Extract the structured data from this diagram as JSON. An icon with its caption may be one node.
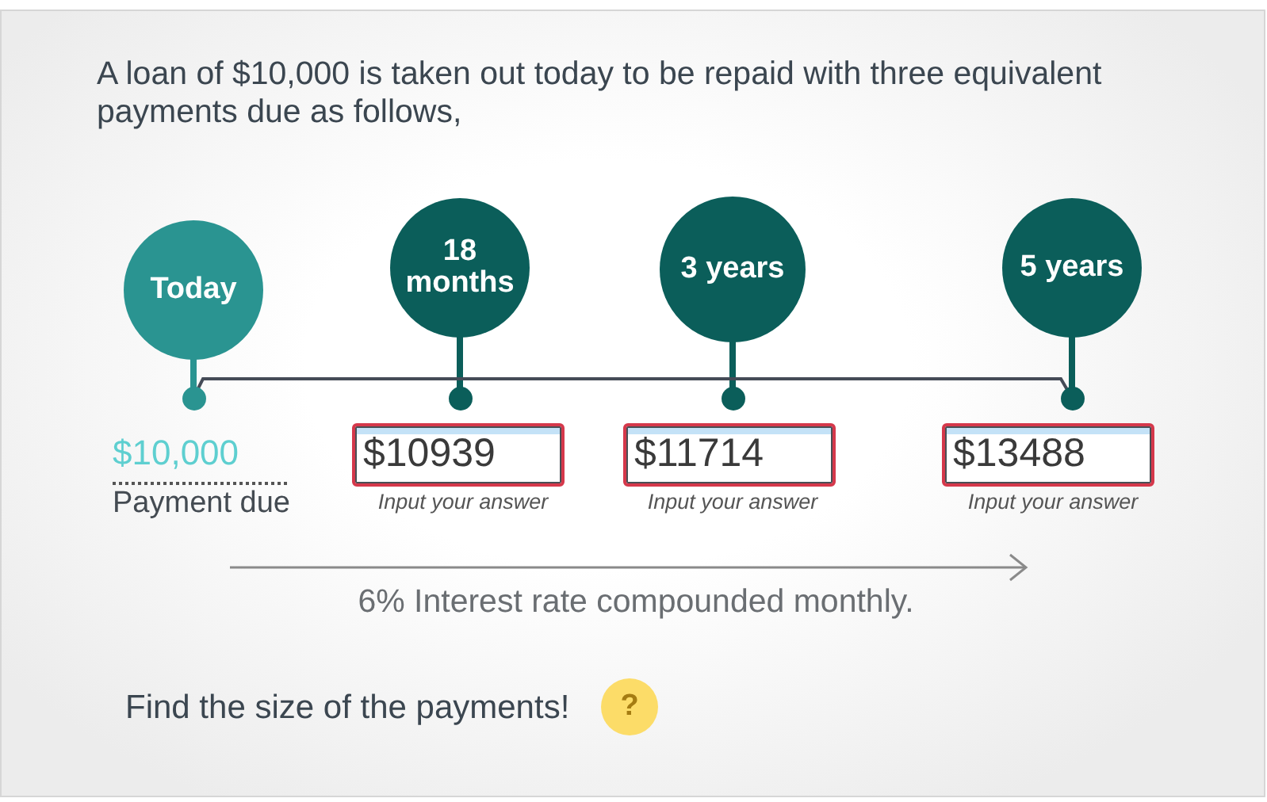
{
  "diagram": {
    "title": "A loan of $10,000 is taken out today to be repaid with three equivalent payments due as follows,",
    "nodes": [
      {
        "text": [
          "Today"
        ]
      },
      {
        "text": [
          "18 months"
        ]
      },
      {
        "text": [
          "3 years"
        ]
      },
      {
        "text": [
          "5 years"
        ]
      },
      {
        "text": [],
        "shape": "circle",
        "beside": [
          "$10,000",
          "Payment due"
        ]
      },
      {
        "text": [],
        "shape": "circle",
        "beside": [
          "$10939",
          "Input your answer"
        ]
      },
      {
        "text": [],
        "shape": "circle",
        "beside": [
          "$11714",
          "Input your answer"
        ]
      },
      {
        "text": [],
        "shape": "circle",
        "beside": [
          "$13488",
          "Input your answer"
        ]
      }
    ],
    "edges": [
      {
        "from": 0,
        "to": 4,
        "arrow": "none",
        "color": "#2a9491"
      },
      {
        "from": 1,
        "to": 5,
        "arrow": "none"
      },
      {
        "from": 2,
        "to": 6,
        "arrow": "none"
      },
      {
        "from": 3,
        "to": 7,
        "arrow": "none"
      },
      {
        "from": 4,
        "to": 7,
        "arrow": "none",
        "color": "#454b57"
      }
    ],
    "labels": [
      "6% Interest rate compounded monthly.",
      "Find the size of the payments!",
      "?"
    ]
  }
}
